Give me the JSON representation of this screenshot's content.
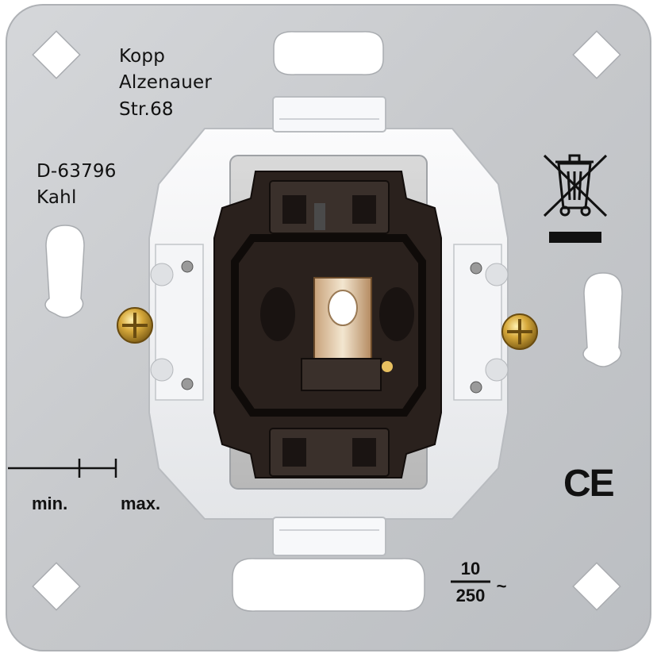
{
  "manufacturer": {
    "name": "Kopp",
    "street": "Alzenauer",
    "street_number": "Str.68",
    "postal_code": "D-63796",
    "city": "Kahl"
  },
  "depth_scale": {
    "min_label": "min.",
    "max_label": "max."
  },
  "rating": {
    "current": "10",
    "voltage": "250",
    "ac_symbol": "~"
  },
  "ce_mark": "CE",
  "icons": {
    "weee": "crossed-out-wheelie-bin-icon",
    "screws": "terminal-screw-icon"
  },
  "colors": {
    "plate": "#c9cbce",
    "frame": "#f2f3f5",
    "insert": "#2a211d",
    "screw": "#c9a23a"
  }
}
